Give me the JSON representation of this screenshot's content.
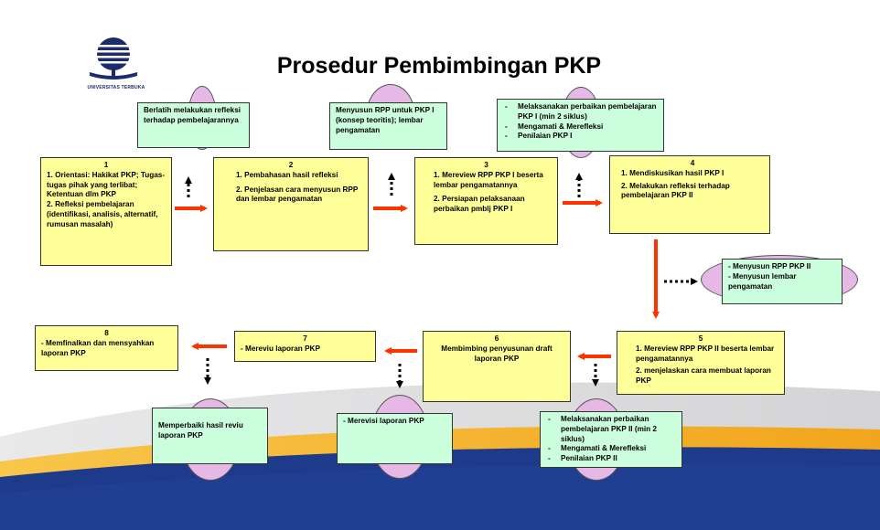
{
  "title": "Prosedur Pembimbingan PKP",
  "logo": {
    "text": "UNIVERSITAS TERBUKA",
    "icon": "universitas-terbuka-logo"
  },
  "colors": {
    "process_box": "#ffff99",
    "activity_box": "#ccffdd",
    "ellipse": "#e6b8e6",
    "arrow": "#ff3300",
    "band": "#1e3a8a"
  },
  "steps": [
    {
      "num": "1",
      "lines": [
        "1. Orientasi:  Hakikat PKP; Tugas-tugas pihak yang terlibat; Ketentuan dlm PKP",
        "2. Refleksi pembelajaran (identifikasi, analisis, alternatif, rumusan masalah)"
      ]
    },
    {
      "num": "2",
      "lines": [
        "1. Pembahasan hasil refleksi",
        "2. Penjelasan cara menyusun RPP  dan  lembar pengamatan"
      ]
    },
    {
      "num": "3",
      "lines": [
        "1. Mereview RPP PKP I beserta lembar pengamatannya",
        "2. Persiapan pelaksanaan perbaikan  pmblj PKP I"
      ]
    },
    {
      "num": "4",
      "lines": [
        "1. Mendiskusikan hasil PKP I",
        "2. Melakukan refleksi  terhadap pembelajaran PKP II"
      ]
    },
    {
      "num": "5",
      "lines": [
        "1. Mereview RPP PKP II beserta lembar pengamatannya",
        "2. menjelaskan cara membuat laporan PKP"
      ]
    },
    {
      "num": "6",
      "lines": [
        "Membimbing  penyusunan draft laporan PKP"
      ]
    },
    {
      "num": "7",
      "lines": [
        "- Mereviu laporan PKP"
      ]
    },
    {
      "num": "8",
      "lines": [
        "- Memfinalkan dan mensyahkan laporan PKP"
      ]
    }
  ],
  "activities": [
    {
      "lines": [
        "Berlatih melakukan refleksi terhadap pembelajarannya"
      ]
    },
    {
      "lines": [
        "Menyusun RPP untuk PKP I (konsep teoritis); lembar pengamatan"
      ]
    },
    {
      "lines": [
        "Melaksanakan perbaikan pembelajaran PKP I (min 2 siklus)",
        "Mengamati & Merefleksi",
        "Penilaian   PKP I"
      ]
    },
    {
      "lines": [
        "- Menyusun RPP PKP II",
        "- Menyusun lembar pengamatan"
      ]
    },
    {
      "lines": [
        "Melaksanakan perbaikan pembelajaran PKP II (min 2 siklus)",
        "Mengamati & Merefleksi",
        "Penilaian   PKP II"
      ]
    },
    {
      "lines": [
        "- Merevisi laporan PKP"
      ]
    },
    {
      "lines": [
        "Memperbaiki hasil reviu laporan PKP"
      ]
    }
  ]
}
